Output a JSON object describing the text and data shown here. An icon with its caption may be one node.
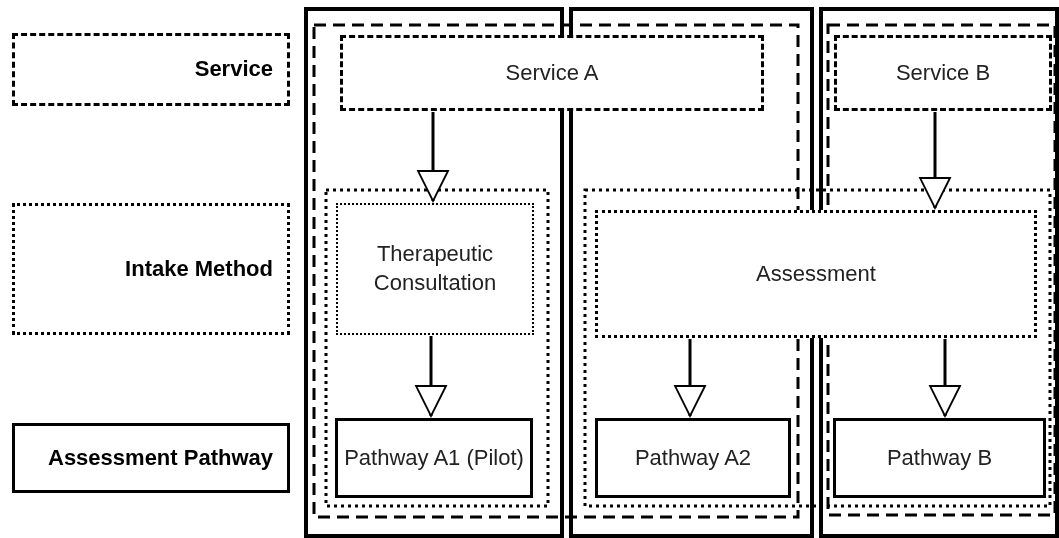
{
  "diagram": {
    "nodes": [
      {
        "text": [
          "Service"
        ]
      },
      {
        "text": [
          "Intake Method"
        ]
      },
      {
        "text": [
          "Assessment Pathway"
        ]
      },
      {
        "text": [
          "Service A"
        ]
      },
      {
        "text": [
          "Service B"
        ]
      },
      {
        "text": [
          "Therapeutic Consultation"
        ]
      },
      {
        "text": [
          "Assessment"
        ]
      },
      {
        "text": [
          "Pathway A1 (Pilot)"
        ]
      },
      {
        "text": [
          "Pathway A2"
        ]
      },
      {
        "text": [
          "Pathway B"
        ]
      }
    ],
    "edges": [
      {
        "from": 3,
        "to": 5,
        "arrow": "to"
      },
      {
        "from": 5,
        "to": 7,
        "arrow": "to"
      },
      {
        "from": 4,
        "to": 6,
        "arrow": "to"
      },
      {
        "from": 6,
        "to": 8,
        "arrow": "to"
      },
      {
        "from": 6,
        "to": 9,
        "arrow": "to"
      }
    ]
  }
}
